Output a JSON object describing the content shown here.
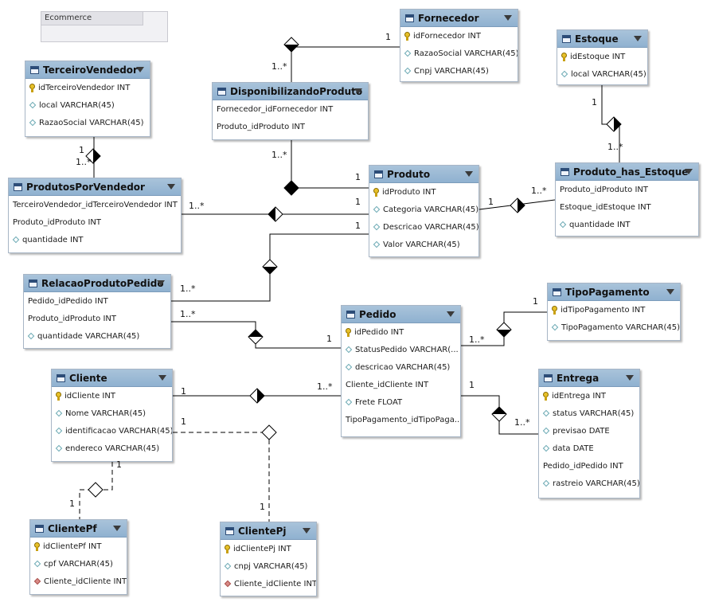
{
  "note": {
    "title": "Ecommerce"
  },
  "entities": {
    "TerceiroVendedor": {
      "name": "TerceiroVendedor",
      "columns": [
        {
          "text": "idTerceiroVendedor INT",
          "kind": "pk"
        },
        {
          "text": "local VARCHAR(45)",
          "kind": "attr"
        },
        {
          "text": "RazaoSocial VARCHAR(45)",
          "kind": "attr"
        }
      ]
    },
    "Fornecedor": {
      "name": "Fornecedor",
      "columns": [
        {
          "text": "idFornecedor INT",
          "kind": "pk"
        },
        {
          "text": "RazaoSocial VARCHAR(45)",
          "kind": "attr"
        },
        {
          "text": "Cnpj VARCHAR(45)",
          "kind": "attr"
        }
      ]
    },
    "Estoque": {
      "name": "Estoque",
      "columns": [
        {
          "text": "idEstoque INT",
          "kind": "pk"
        },
        {
          "text": "local VARCHAR(45)",
          "kind": "attr"
        }
      ]
    },
    "DisponibilizandoProduto": {
      "name": "DisponibilizandoProduto",
      "columns": [
        {
          "text": "Fornecedor_idFornecedor INT",
          "kind": "none"
        },
        {
          "text": "Produto_idProduto INT",
          "kind": "none"
        }
      ]
    },
    "ProdutosPorVendedor": {
      "name": "ProdutosPorVendedor",
      "columns": [
        {
          "text": "TerceiroVendedor_idTerceiroVendedor INT",
          "kind": "none"
        },
        {
          "text": "Produto_idProduto INT",
          "kind": "none"
        },
        {
          "text": "quantidade INT",
          "kind": "attr"
        }
      ]
    },
    "Produto": {
      "name": "Produto",
      "columns": [
        {
          "text": "idProduto INT",
          "kind": "pk"
        },
        {
          "text": "Categoria VARCHAR(45)",
          "kind": "attr"
        },
        {
          "text": "Descricao VARCHAR(45)",
          "kind": "attr"
        },
        {
          "text": "Valor VARCHAR(45)",
          "kind": "attr"
        }
      ]
    },
    "Produto_has_Estoque": {
      "name": "Produto_has_Estoque",
      "columns": [
        {
          "text": "Produto_idProduto INT",
          "kind": "none"
        },
        {
          "text": "Estoque_idEstoque INT",
          "kind": "none"
        },
        {
          "text": "quantidade INT",
          "kind": "attr"
        }
      ]
    },
    "RelacaoProdutoPedido": {
      "name": "RelacaoProdutoPedido",
      "columns": [
        {
          "text": "Pedido_idPedido INT",
          "kind": "none"
        },
        {
          "text": "Produto_idProduto INT",
          "kind": "none"
        },
        {
          "text": "quantidade VARCHAR(45)",
          "kind": "attr"
        }
      ]
    },
    "TipoPagamento": {
      "name": "TipoPagamento",
      "columns": [
        {
          "text": "idTipoPagamento INT",
          "kind": "pk"
        },
        {
          "text": "TipoPagamento VARCHAR(45)",
          "kind": "attr"
        }
      ]
    },
    "Pedido": {
      "name": "Pedido",
      "columns": [
        {
          "text": "idPedido INT",
          "kind": "pk"
        },
        {
          "text": "StatusPedido VARCHAR(...",
          "kind": "attr"
        },
        {
          "text": "descricao VARCHAR(45)",
          "kind": "attr"
        },
        {
          "text": "Cliente_idCliente INT",
          "kind": "none"
        },
        {
          "text": "Frete FLOAT",
          "kind": "attr"
        },
        {
          "text": "TipoPagamento_idTipoPaga...",
          "kind": "none"
        }
      ]
    },
    "Cliente": {
      "name": "Cliente",
      "columns": [
        {
          "text": "idCliente INT",
          "kind": "pk"
        },
        {
          "text": "Nome VARCHAR(45)",
          "kind": "attr"
        },
        {
          "text": "identificacao VARCHAR(45)",
          "kind": "attr"
        },
        {
          "text": "endereco VARCHAR(45)",
          "kind": "attr"
        }
      ]
    },
    "Entrega": {
      "name": "Entrega",
      "columns": [
        {
          "text": "idEntrega INT",
          "kind": "pk"
        },
        {
          "text": "status VARCHAR(45)",
          "kind": "attr"
        },
        {
          "text": "previsao DATE",
          "kind": "attr"
        },
        {
          "text": "data DATE",
          "kind": "attr"
        },
        {
          "text": "Pedido_idPedido INT",
          "kind": "none"
        },
        {
          "text": "rastreio VARCHAR(45)",
          "kind": "attr"
        }
      ]
    },
    "ClientePf": {
      "name": "ClientePf",
      "columns": [
        {
          "text": "idClientePf INT",
          "kind": "pk"
        },
        {
          "text": "cpf VARCHAR(45)",
          "kind": "attr"
        },
        {
          "text": "Cliente_idCliente INT",
          "kind": "fk"
        }
      ]
    },
    "ClientePj": {
      "name": "ClientePj",
      "columns": [
        {
          "text": "idClientePj INT",
          "kind": "pk"
        },
        {
          "text": "cnpj VARCHAR(45)",
          "kind": "attr"
        },
        {
          "text": "Cliente_idCliente INT",
          "kind": "fk"
        }
      ]
    }
  },
  "cardinality": {
    "one": "1",
    "many_one": "1..*",
    "many_one_alt": "1..*"
  },
  "colors": {
    "header_top": "#a9c3da",
    "header_bottom": "#8fb1d0",
    "line": "#000000"
  }
}
